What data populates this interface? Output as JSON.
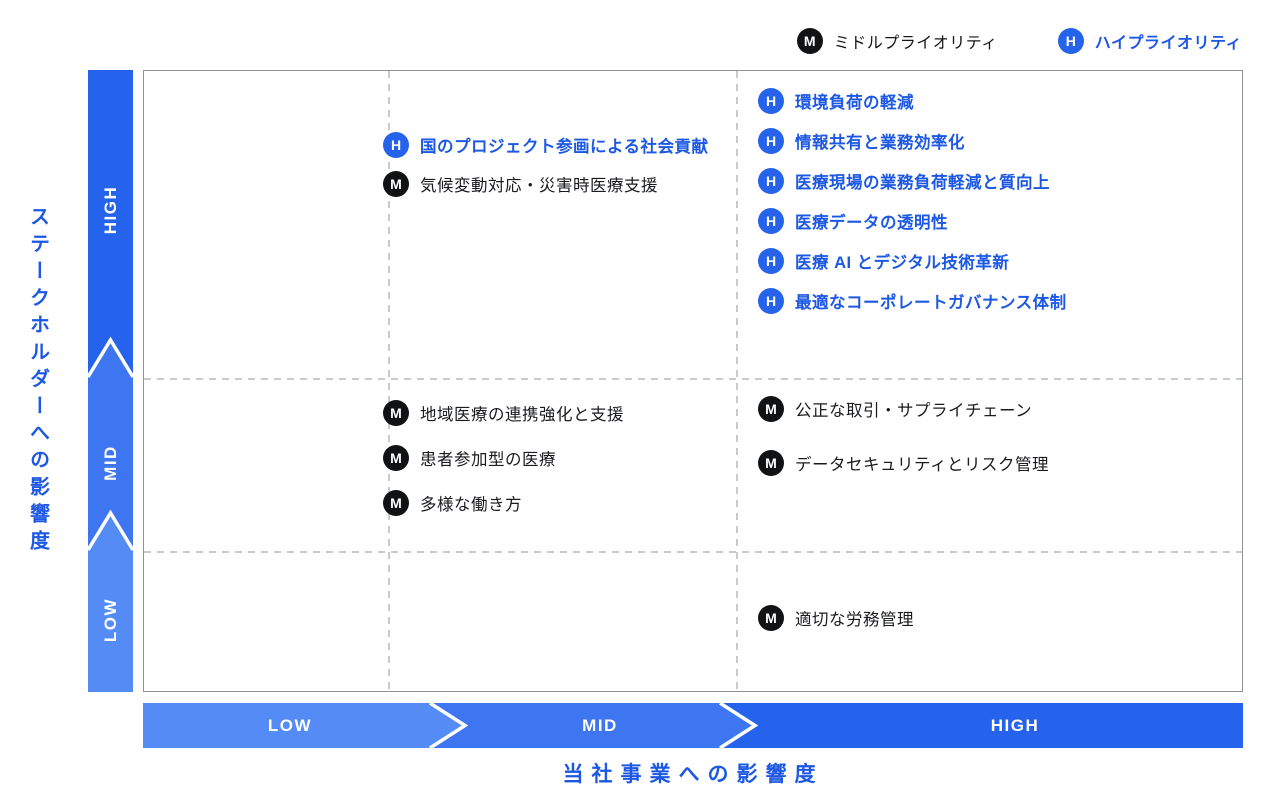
{
  "legend": {
    "middle": {
      "badge": "M",
      "label": "ミドルプライオリティ"
    },
    "high": {
      "badge": "H",
      "label": "ハイプライオリティ"
    }
  },
  "axes": {
    "y": {
      "title": "ステークホルダーへの影響度",
      "levels": [
        "HIGH",
        "MID",
        "LOW"
      ]
    },
    "x": {
      "title": "当社事業への影響度",
      "levels": [
        "LOW",
        "MID",
        "HIGH"
      ]
    }
  },
  "colors": {
    "accent_blue": "#2563eb",
    "text_blue": "#1d58e4",
    "badge_black": "#111214",
    "arrow_low": "#548bf4",
    "arrow_mid": "#3d76f0",
    "arrow_high": "#2563ec"
  },
  "chart_data": {
    "type": "scatter",
    "title": "",
    "xlabel": "当社事業への影響度",
    "ylabel": "ステークホルダーへの影響度",
    "x_categories": [
      "LOW",
      "MID",
      "HIGH"
    ],
    "y_categories": [
      "LOW",
      "MID",
      "HIGH"
    ],
    "legend": [
      {
        "key": "M",
        "label": "ミドルプライオリティ"
      },
      {
        "key": "H",
        "label": "ハイプライオリティ"
      }
    ],
    "grid": "dashed 3x3",
    "legend_position": "top-right",
    "points": [
      {
        "x": "MID",
        "y": "HIGH",
        "priority": "H",
        "label": "国のプロジェクト参画による社会貢献"
      },
      {
        "x": "MID",
        "y": "HIGH",
        "priority": "M",
        "label": "気候変動対応・災害時医療支援"
      },
      {
        "x": "HIGH",
        "y": "HIGH",
        "priority": "H",
        "label": "環境負荷の軽減"
      },
      {
        "x": "HIGH",
        "y": "HIGH",
        "priority": "H",
        "label": "情報共有と業務効率化"
      },
      {
        "x": "HIGH",
        "y": "HIGH",
        "priority": "H",
        "label": "医療現場の業務負荷軽減と質向上"
      },
      {
        "x": "HIGH",
        "y": "HIGH",
        "priority": "H",
        "label": "医療データの透明性"
      },
      {
        "x": "HIGH",
        "y": "HIGH",
        "priority": "H",
        "label": "医療 AI とデジタル技術革新"
      },
      {
        "x": "HIGH",
        "y": "HIGH",
        "priority": "H",
        "label": "最適なコーポレートガバナンス体制"
      },
      {
        "x": "MID",
        "y": "MID",
        "priority": "M",
        "label": "地域医療の連携強化と支援"
      },
      {
        "x": "MID",
        "y": "MID",
        "priority": "M",
        "label": "患者参加型の医療"
      },
      {
        "x": "MID",
        "y": "MID",
        "priority": "M",
        "label": "多様な働き方"
      },
      {
        "x": "HIGH",
        "y": "MID",
        "priority": "M",
        "label": "公正な取引・サプライチェーン"
      },
      {
        "x": "HIGH",
        "y": "MID",
        "priority": "M",
        "label": "データセキュリティとリスク管理"
      },
      {
        "x": "HIGH",
        "y": "LOW",
        "priority": "M",
        "label": "適切な労務管理"
      }
    ]
  }
}
